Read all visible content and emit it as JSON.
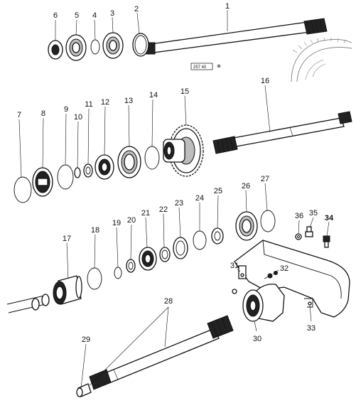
{
  "diagram": {
    "callouts": [
      "1",
      "2",
      "3",
      "4",
      "5",
      "6",
      "7",
      "8",
      "9",
      "10",
      "11",
      "12",
      "13",
      "14",
      "15",
      "16",
      "17",
      "18",
      "19",
      "20",
      "21",
      "22",
      "23",
      "24",
      "25",
      "26",
      "27",
      "28",
      "29",
      "30",
      "31",
      "32",
      "33",
      "34",
      "35",
      "36"
    ],
    "reference_code": "257 40",
    "reference_mark": "*"
  }
}
